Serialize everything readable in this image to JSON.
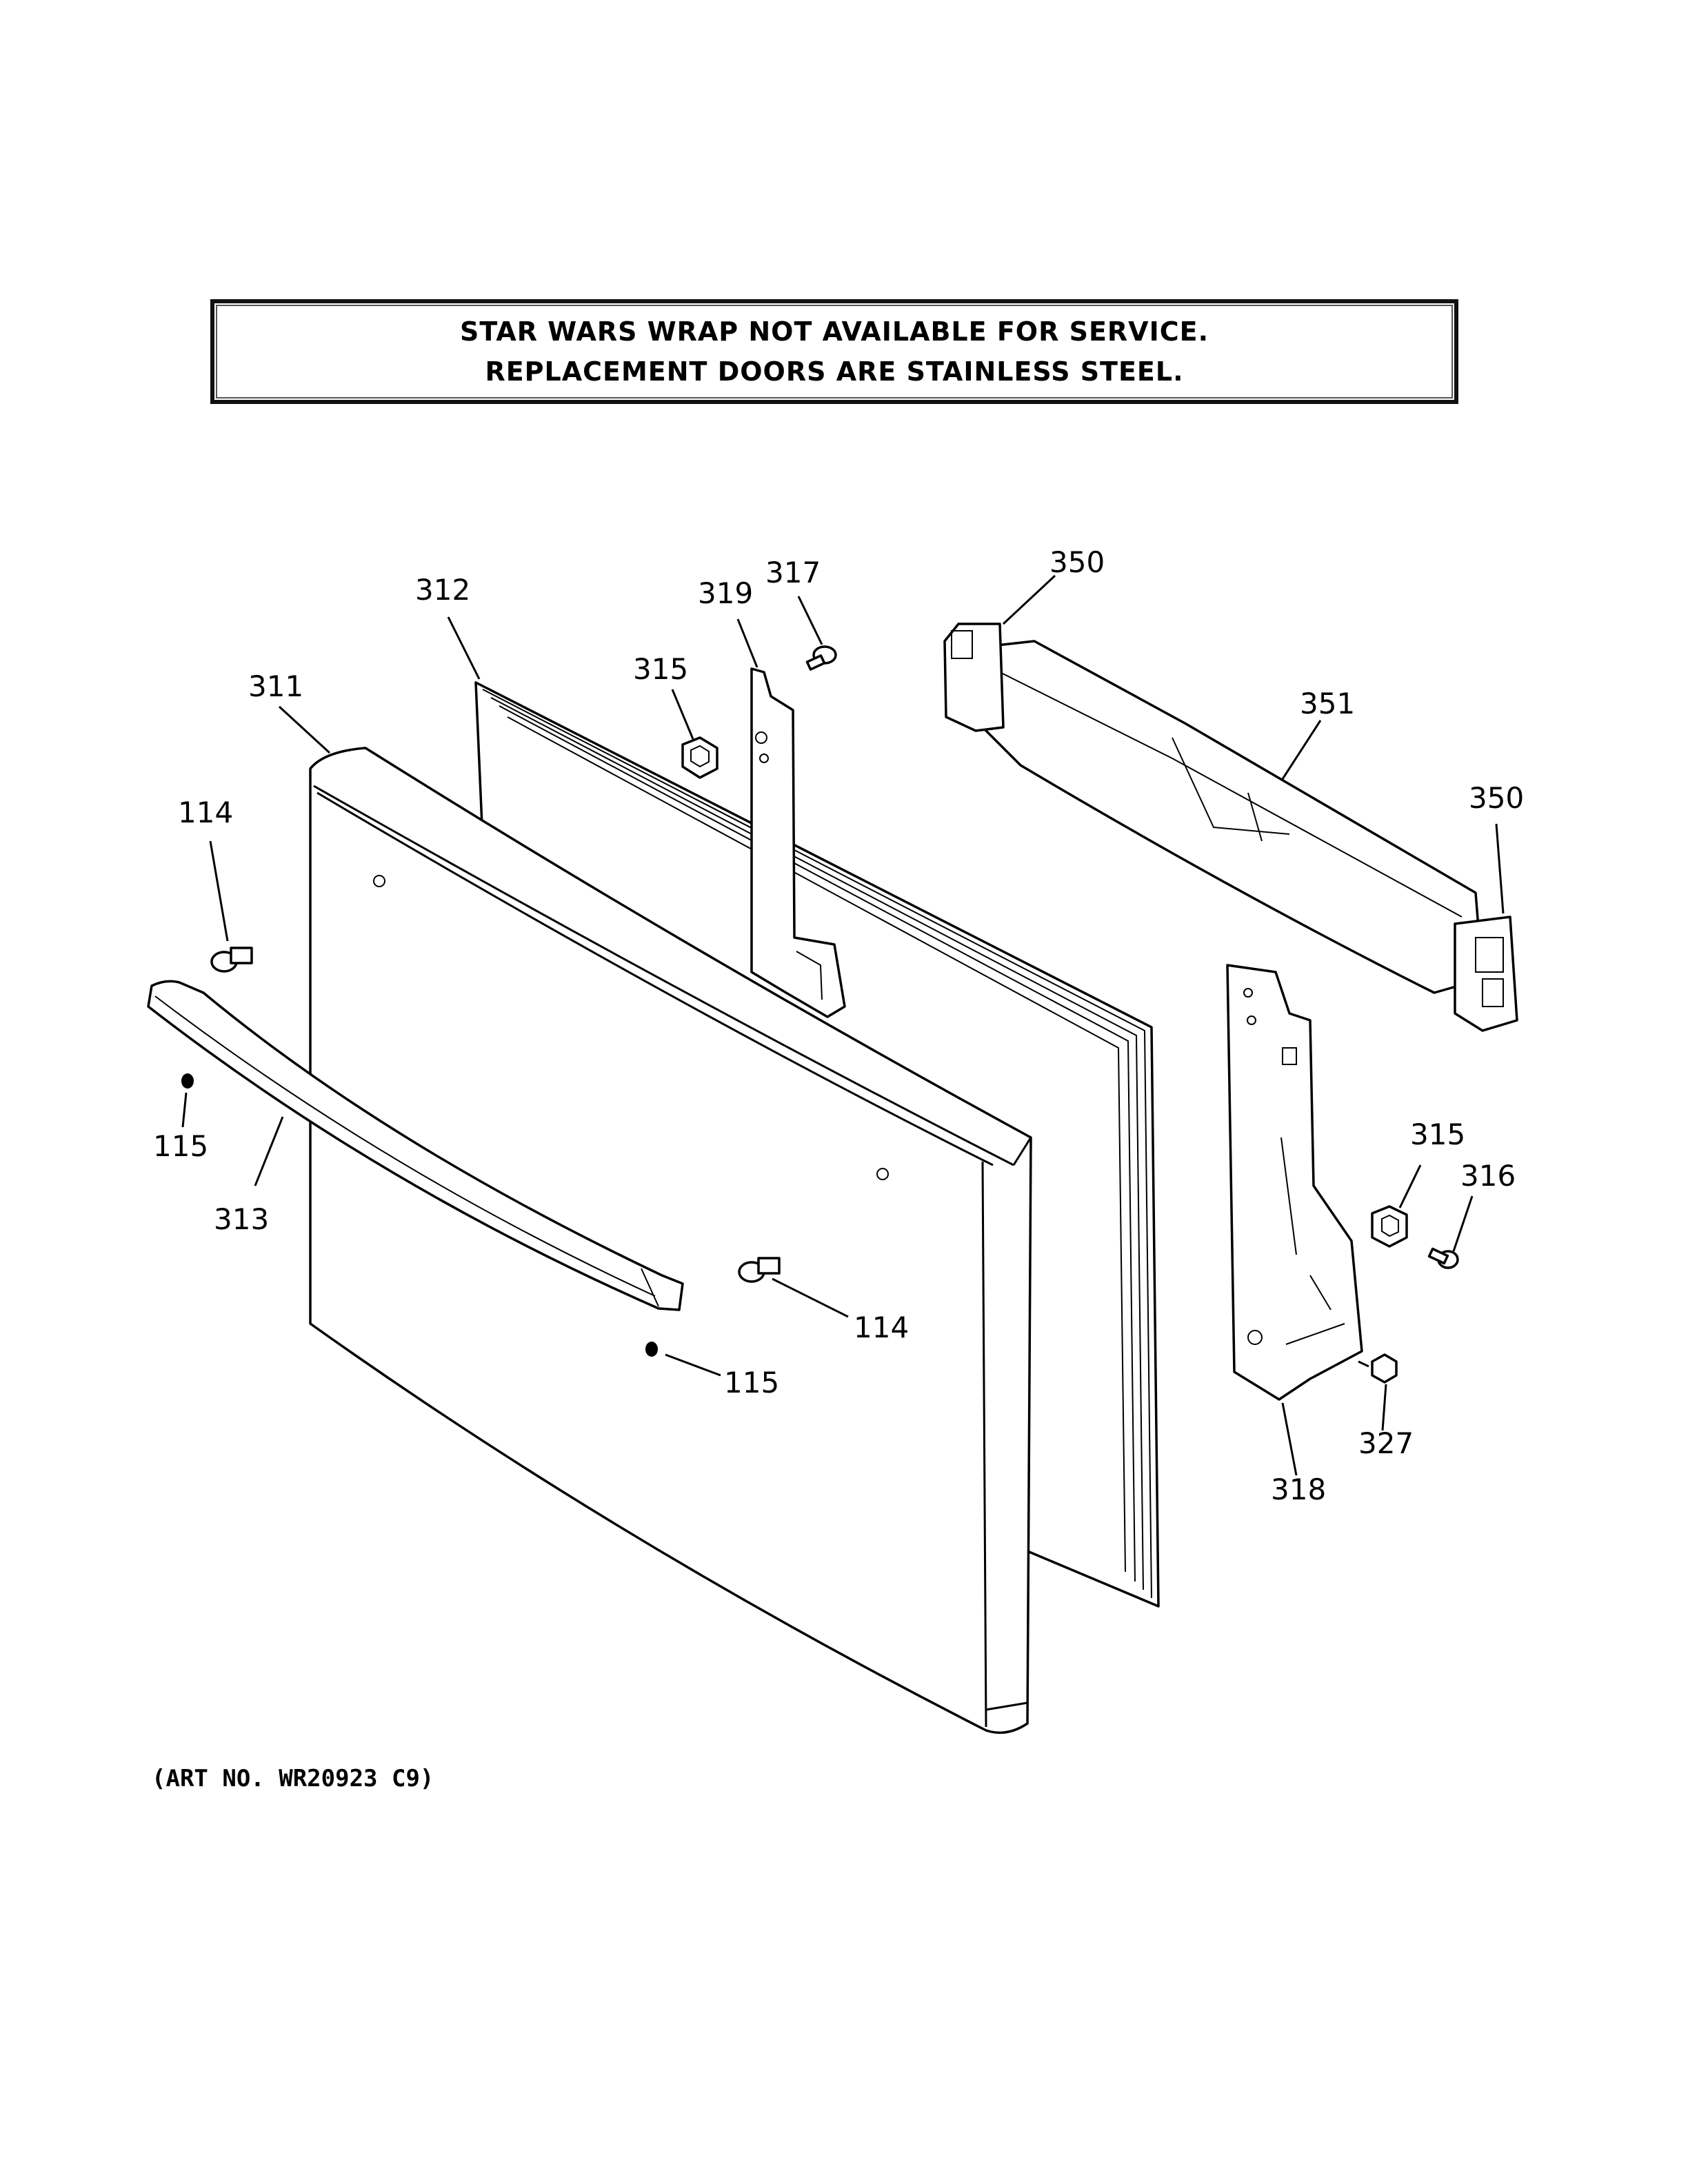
{
  "notice": {
    "line1": "STAR WARS WRAP NOT AVAILABLE FOR SERVICE.",
    "line2": "REPLACEMENT DOORS ARE STAINLESS STEEL."
  },
  "art_number": "(ART NO. WR20923 C9)",
  "callouts": {
    "door": "311",
    "gasket": "312",
    "handle": "313",
    "handle_mount_upper": "114",
    "handle_mount_lower": "114",
    "setscrew_left": "115",
    "setscrew_center": "115",
    "cam_upper": "315",
    "cam_lower": "315",
    "screw_316": "316",
    "screw_317": "317",
    "hinge_left": "319",
    "hinge_right": "318",
    "screw_327": "327",
    "end_cap_left": "350",
    "end_cap_right": "350",
    "shelf_bin": "351"
  }
}
